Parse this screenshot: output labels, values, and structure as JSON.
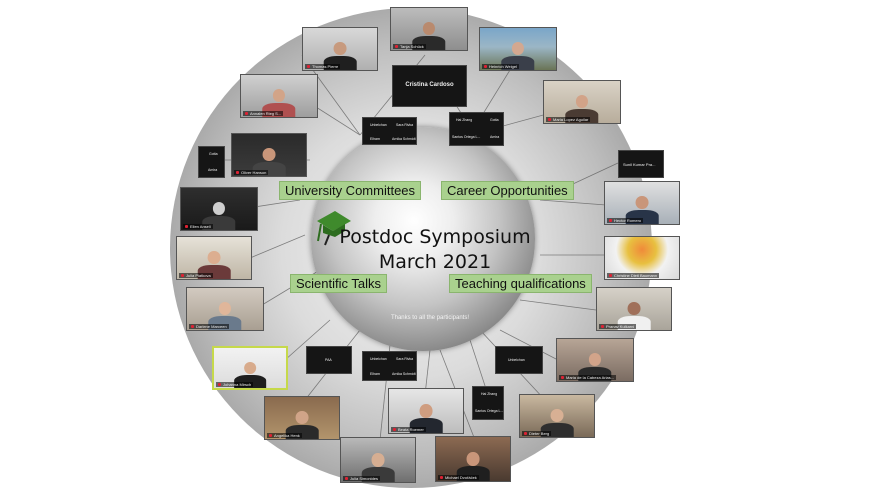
{
  "event": {
    "title_line1": "Postdoc Symposium",
    "title_line2": "March 2021",
    "thanks": "Thanks to all the participants!"
  },
  "topics": {
    "university": "University Committees",
    "career": "Career Opportunities",
    "scientific": "Scientific Talks",
    "teaching": "Teaching qualifications"
  },
  "colors": {
    "topic_bg": "#a9d18e",
    "active_border": "#c6d94a",
    "ring_dark": "#7f7f7f"
  },
  "participants": [
    "Tanja Schück",
    "Heinrich Weigel",
    "Maria Lopez Aguilar",
    "Sunil Kumar Pra...",
    "Hector Romero",
    "Christine Dietl Baumann",
    "Pranav Kulkarni",
    "Maria de la Cabeza Arias...",
    "Dieter Berg",
    "Michael Dvořáček",
    "Julia Simonides",
    "Beata Roemer",
    "Angelika Henk",
    "Johanna Mirsch",
    "Darlene Marceen",
    "Julia Piatkova",
    "Ellen Ansell",
    "Oliver Hanson",
    "Annalen Rieg S...",
    "Thomas Pierre",
    "Cristina Cardoso"
  ],
  "group_tiles": {
    "g1": [
      "Unbelchan",
      "Sara Rivka",
      "Elham",
      "Arnika Schmidt"
    ],
    "g2": [
      "Hai Zhang",
      "Gotta",
      "Santos Ortega L...",
      "Amira"
    ],
    "g3": [
      "Gotta",
      "Amira"
    ],
    "g4": [
      "PAA"
    ],
    "g5": [
      "Unbelchan",
      "Sara Rivka",
      "Elham",
      "Arnika Schmidt"
    ],
    "g6": [
      "Unbelchan"
    ],
    "g7": [
      "Hai Zhang",
      "Santos Ortega L..."
    ]
  }
}
